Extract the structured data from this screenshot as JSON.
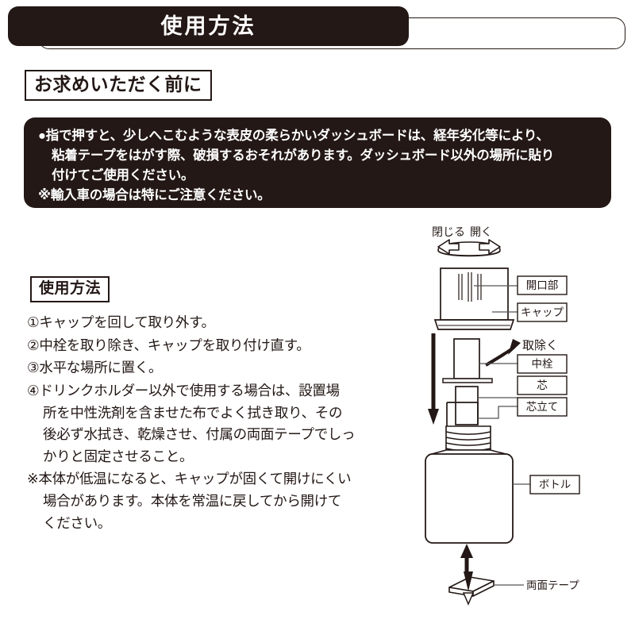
{
  "header": {
    "title": "使用方法"
  },
  "subheading": {
    "label": "お求めいただく前に"
  },
  "notice": {
    "lines": [
      "●指で押すと、少しへこむような表皮の柔らかいダッシュボードは、経年劣化等により、",
      "粘着テープをはがす際、破損するおそれがあります。ダッシュボード以外の場所に貼り",
      "付けてご使用ください。",
      "※輸入車の場合は特にご注意ください。"
    ]
  },
  "usage": {
    "box_label": "使用方法",
    "steps": [
      {
        "main": "①キャップを回して取り外す。",
        "cont": []
      },
      {
        "main": "②中栓を取り除き、キャップを取り付け直す。",
        "cont": []
      },
      {
        "main": "③水平な場所に置く。",
        "cont": []
      },
      {
        "main": "④ドリンクホルダー以外で使用する場合は、設置場",
        "cont": [
          "所を中性洗剤を含ませた布でよく拭き取り、その",
          "後必ず水拭き、乾燥させ、付属の両面テープでしっ",
          "かりと固定させること。"
        ]
      },
      {
        "main": "※本体が低温になると、キャップが固くて開けにくい",
        "cont": [
          "場合があります。本体を常温に戻してから開けて",
          "ください。"
        ]
      }
    ]
  },
  "diagram": {
    "rotation": {
      "close_label": "閉じる",
      "open_label": "開く"
    },
    "remove_label": "取除く",
    "callouts": [
      {
        "label": "開口部"
      },
      {
        "label": "キャップ"
      },
      {
        "label": "中栓"
      },
      {
        "label": "芯"
      },
      {
        "label": "芯立て"
      },
      {
        "label": "ボトル"
      }
    ],
    "tape_label": "両面テープ"
  },
  "colors": {
    "ink": "#231815",
    "paper": "#ffffff",
    "line": "#4a4a4a"
  }
}
